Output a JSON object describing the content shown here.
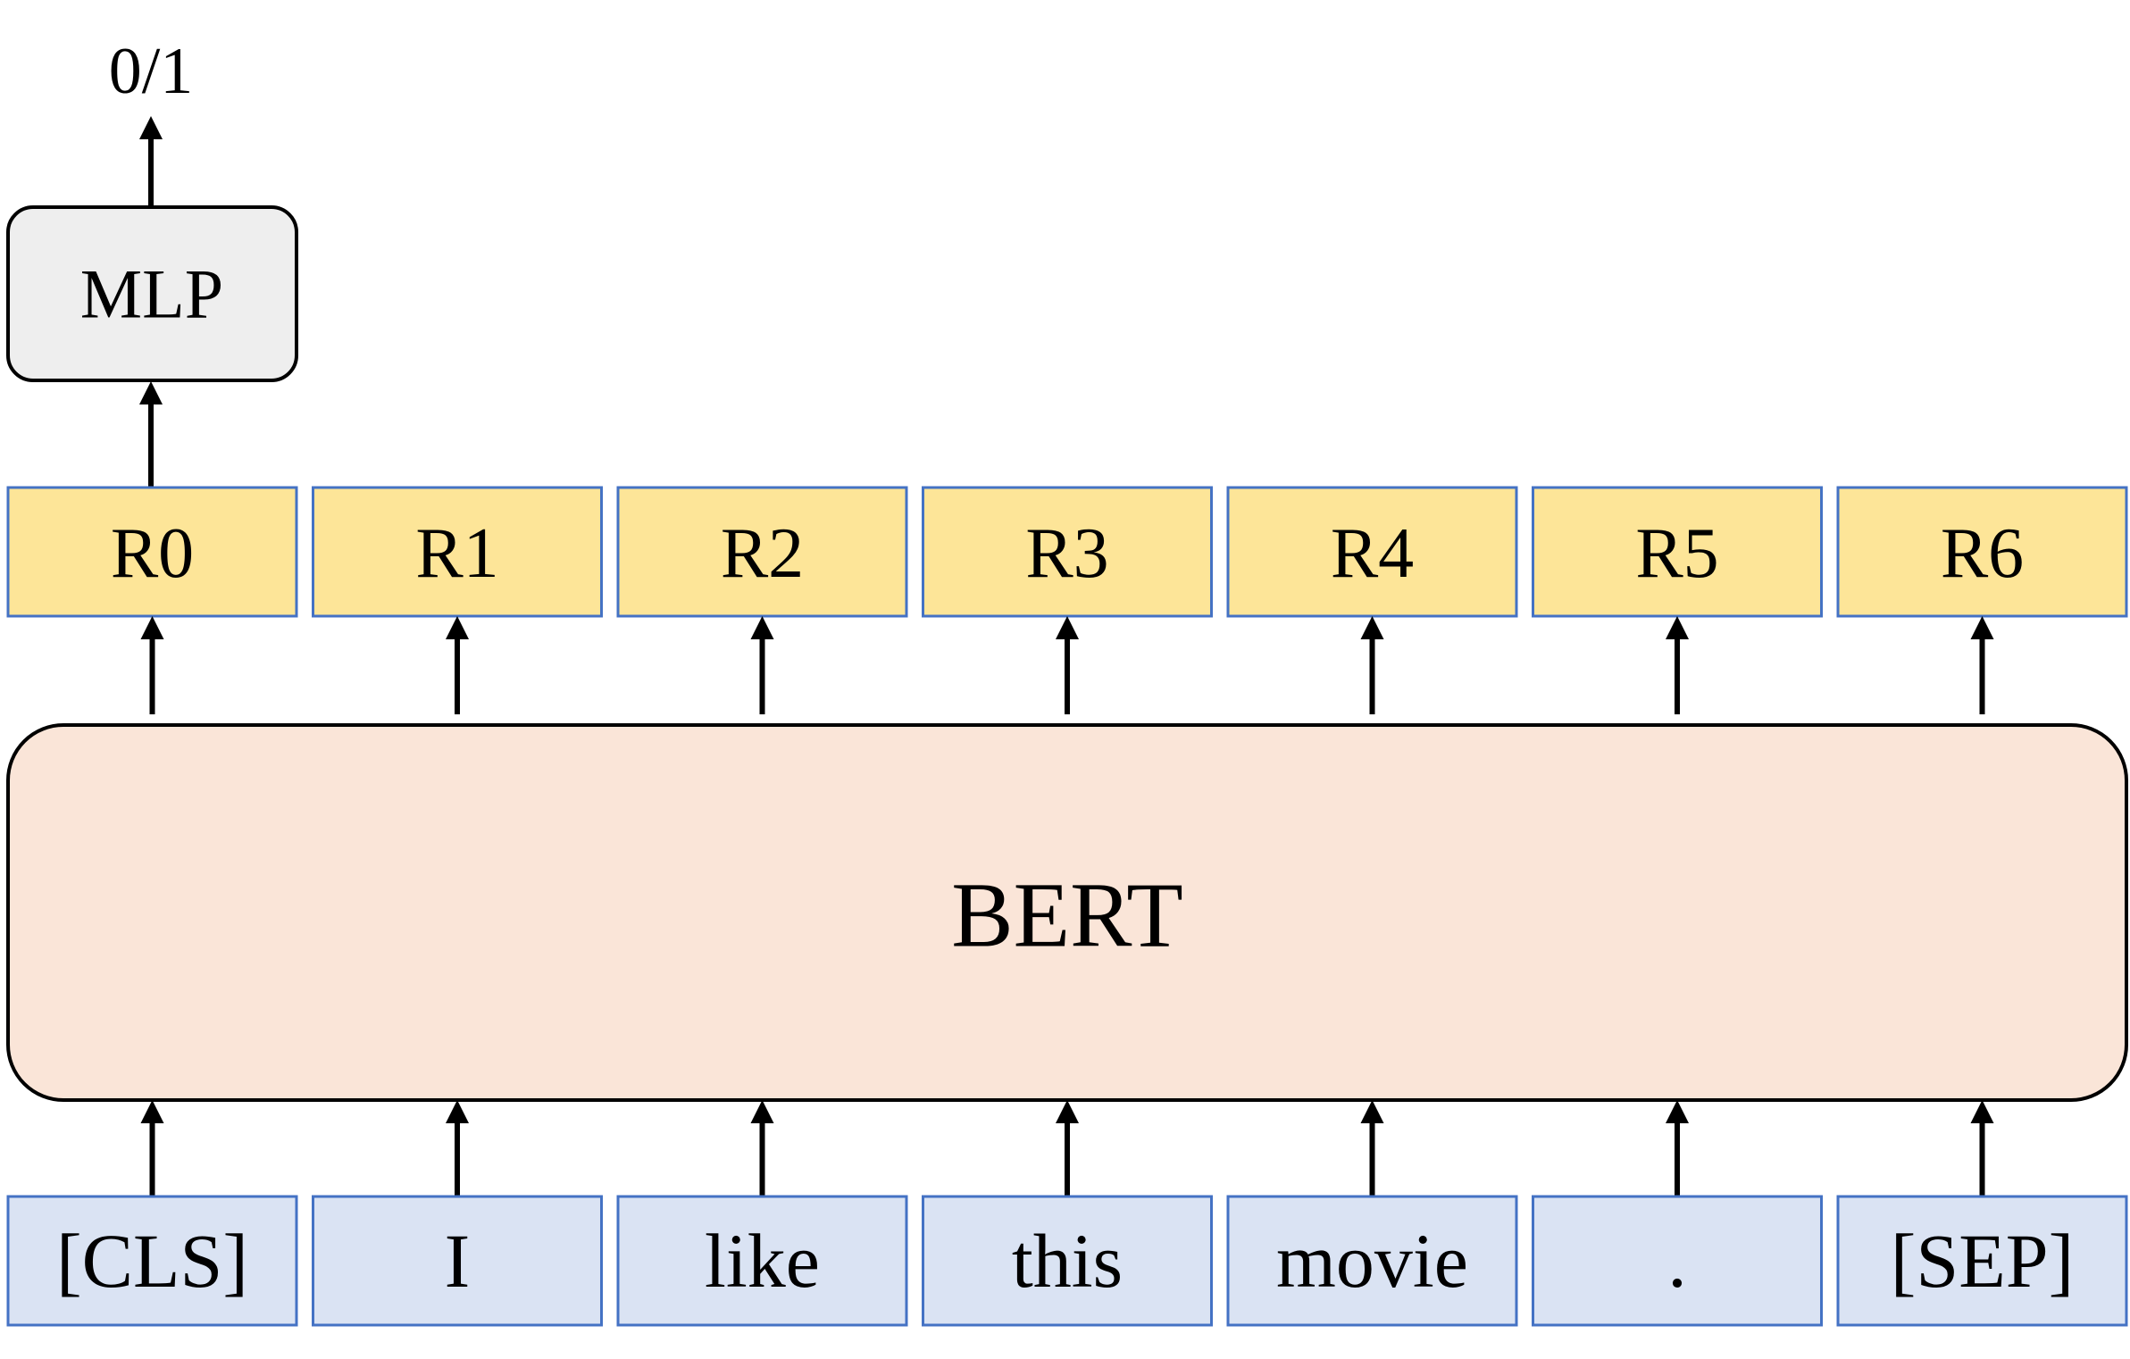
{
  "output_label": "0/1",
  "mlp": {
    "label": "MLP",
    "fill": "#EEEEEE",
    "stroke": "#000000"
  },
  "representations": {
    "labels": [
      "R0",
      "R1",
      "R2",
      "R3",
      "R4",
      "R5",
      "R6"
    ],
    "fill": "#FDE598",
    "stroke": "#4472C4"
  },
  "encoder": {
    "label": "BERT",
    "fill": "#FAE5D8",
    "stroke": "#000000"
  },
  "tokens": {
    "labels": [
      "[CLS]",
      "I",
      "like",
      "this",
      "movie",
      ".",
      "[SEP]"
    ],
    "fill": "#DAE3F3",
    "stroke": "#4472C4"
  },
  "arrow_color": "#000000"
}
